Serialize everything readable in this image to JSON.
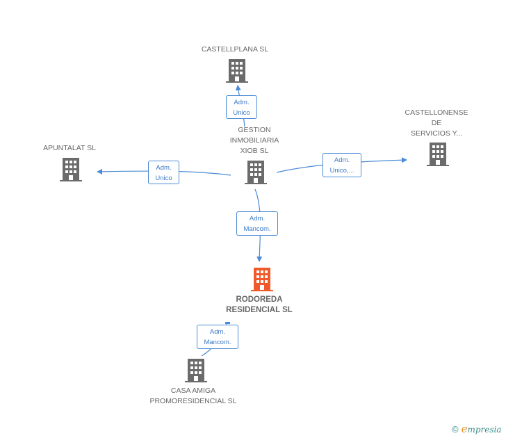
{
  "colors": {
    "edge": "#4a8ad6",
    "node_default": "#6b6b6b",
    "node_focus": "#f05a2b",
    "label_text": "#666666",
    "edge_label_text": "#3a78c8"
  },
  "nodes": {
    "castellplana": {
      "label": "CASTELLPLANA SL",
      "icon": "building-icon"
    },
    "gestion": {
      "label": "GESTION\nINMOBILIARIA\nXIOB SL",
      "icon": "building-icon"
    },
    "castellonense": {
      "label": "CASTELLONENSE\nDE\nSERVICIOS Y...",
      "icon": "building-icon"
    },
    "apuntalat": {
      "label": "APUNTALAT SL",
      "icon": "building-icon"
    },
    "rodoreda": {
      "label": "RODOREDA\nRESIDENCIAL SL",
      "icon": "building-icon",
      "focus": true
    },
    "casa_amiga": {
      "label": "CASA AMIGA\nPROMORESIDENCIAL SL",
      "icon": "building-icon"
    }
  },
  "edges": {
    "to_castellplana": {
      "from": "gestion",
      "to": "castellplana",
      "label": "Adm.\nUnico"
    },
    "to_apuntalat": {
      "from": "gestion",
      "to": "apuntalat",
      "label": "Adm.\nUnico"
    },
    "to_castellonense": {
      "from": "gestion",
      "to": "castellonense",
      "label": "Adm.\nUnico,..."
    },
    "to_rodoreda": {
      "from": "gestion",
      "to": "rodoreda",
      "label": "Adm.\nMancom."
    },
    "casa_to_rodoreda": {
      "from": "casa_amiga",
      "to": "rodoreda",
      "label": "Adm.\nMancom."
    }
  },
  "brand": {
    "copyright": "©",
    "e": "e",
    "name": "mpresia"
  }
}
